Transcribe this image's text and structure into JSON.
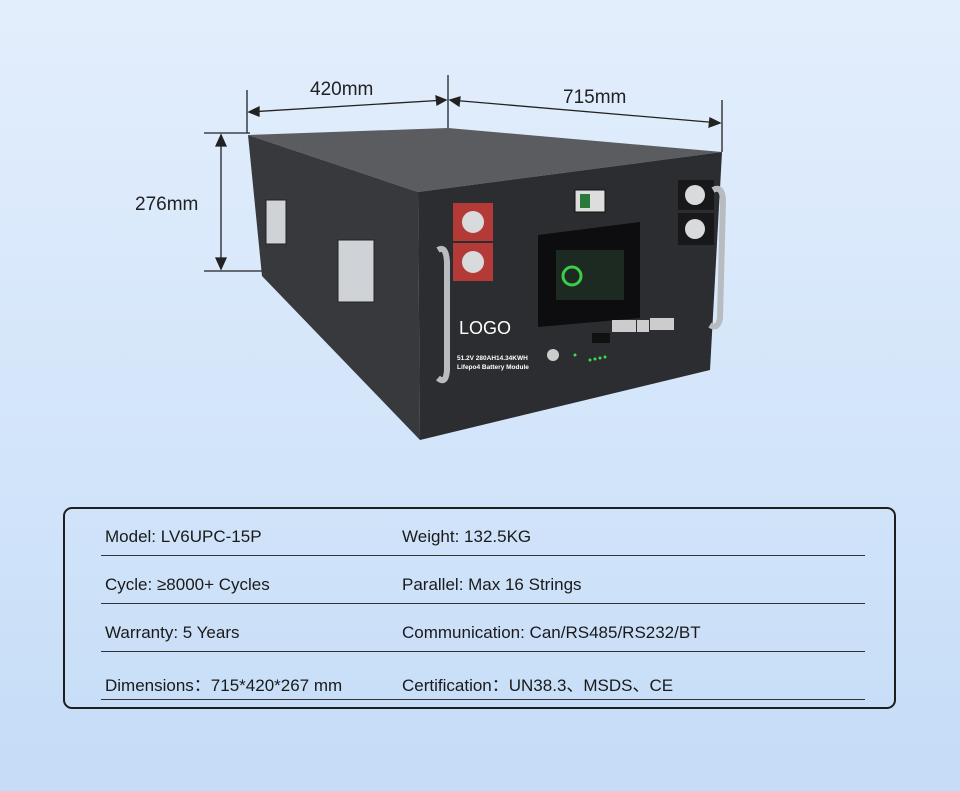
{
  "dimensions": {
    "width_label": "420mm",
    "length_label": "715mm",
    "height_label": "276mm"
  },
  "product": {
    "logo": "LOGO",
    "label_line1": "51.2V 280AH14.34KWH",
    "label_line2": "Lifepo4 Battery Module"
  },
  "specs": [
    {
      "left": "Model: LV6UPC-15P",
      "right": "Weight: 132.5KG"
    },
    {
      "left": "Cycle: ≥8000+ Cycles",
      "right": "Parallel: Max 16 Strings"
    },
    {
      "left": "Warranty: 5 Years",
      "right": "Communication: Can/RS485/RS232/BT"
    },
    {
      "left": "Dimensions：715*420*267 mm",
      "right": "Certification：UN38.3、MSDS、CE"
    }
  ]
}
